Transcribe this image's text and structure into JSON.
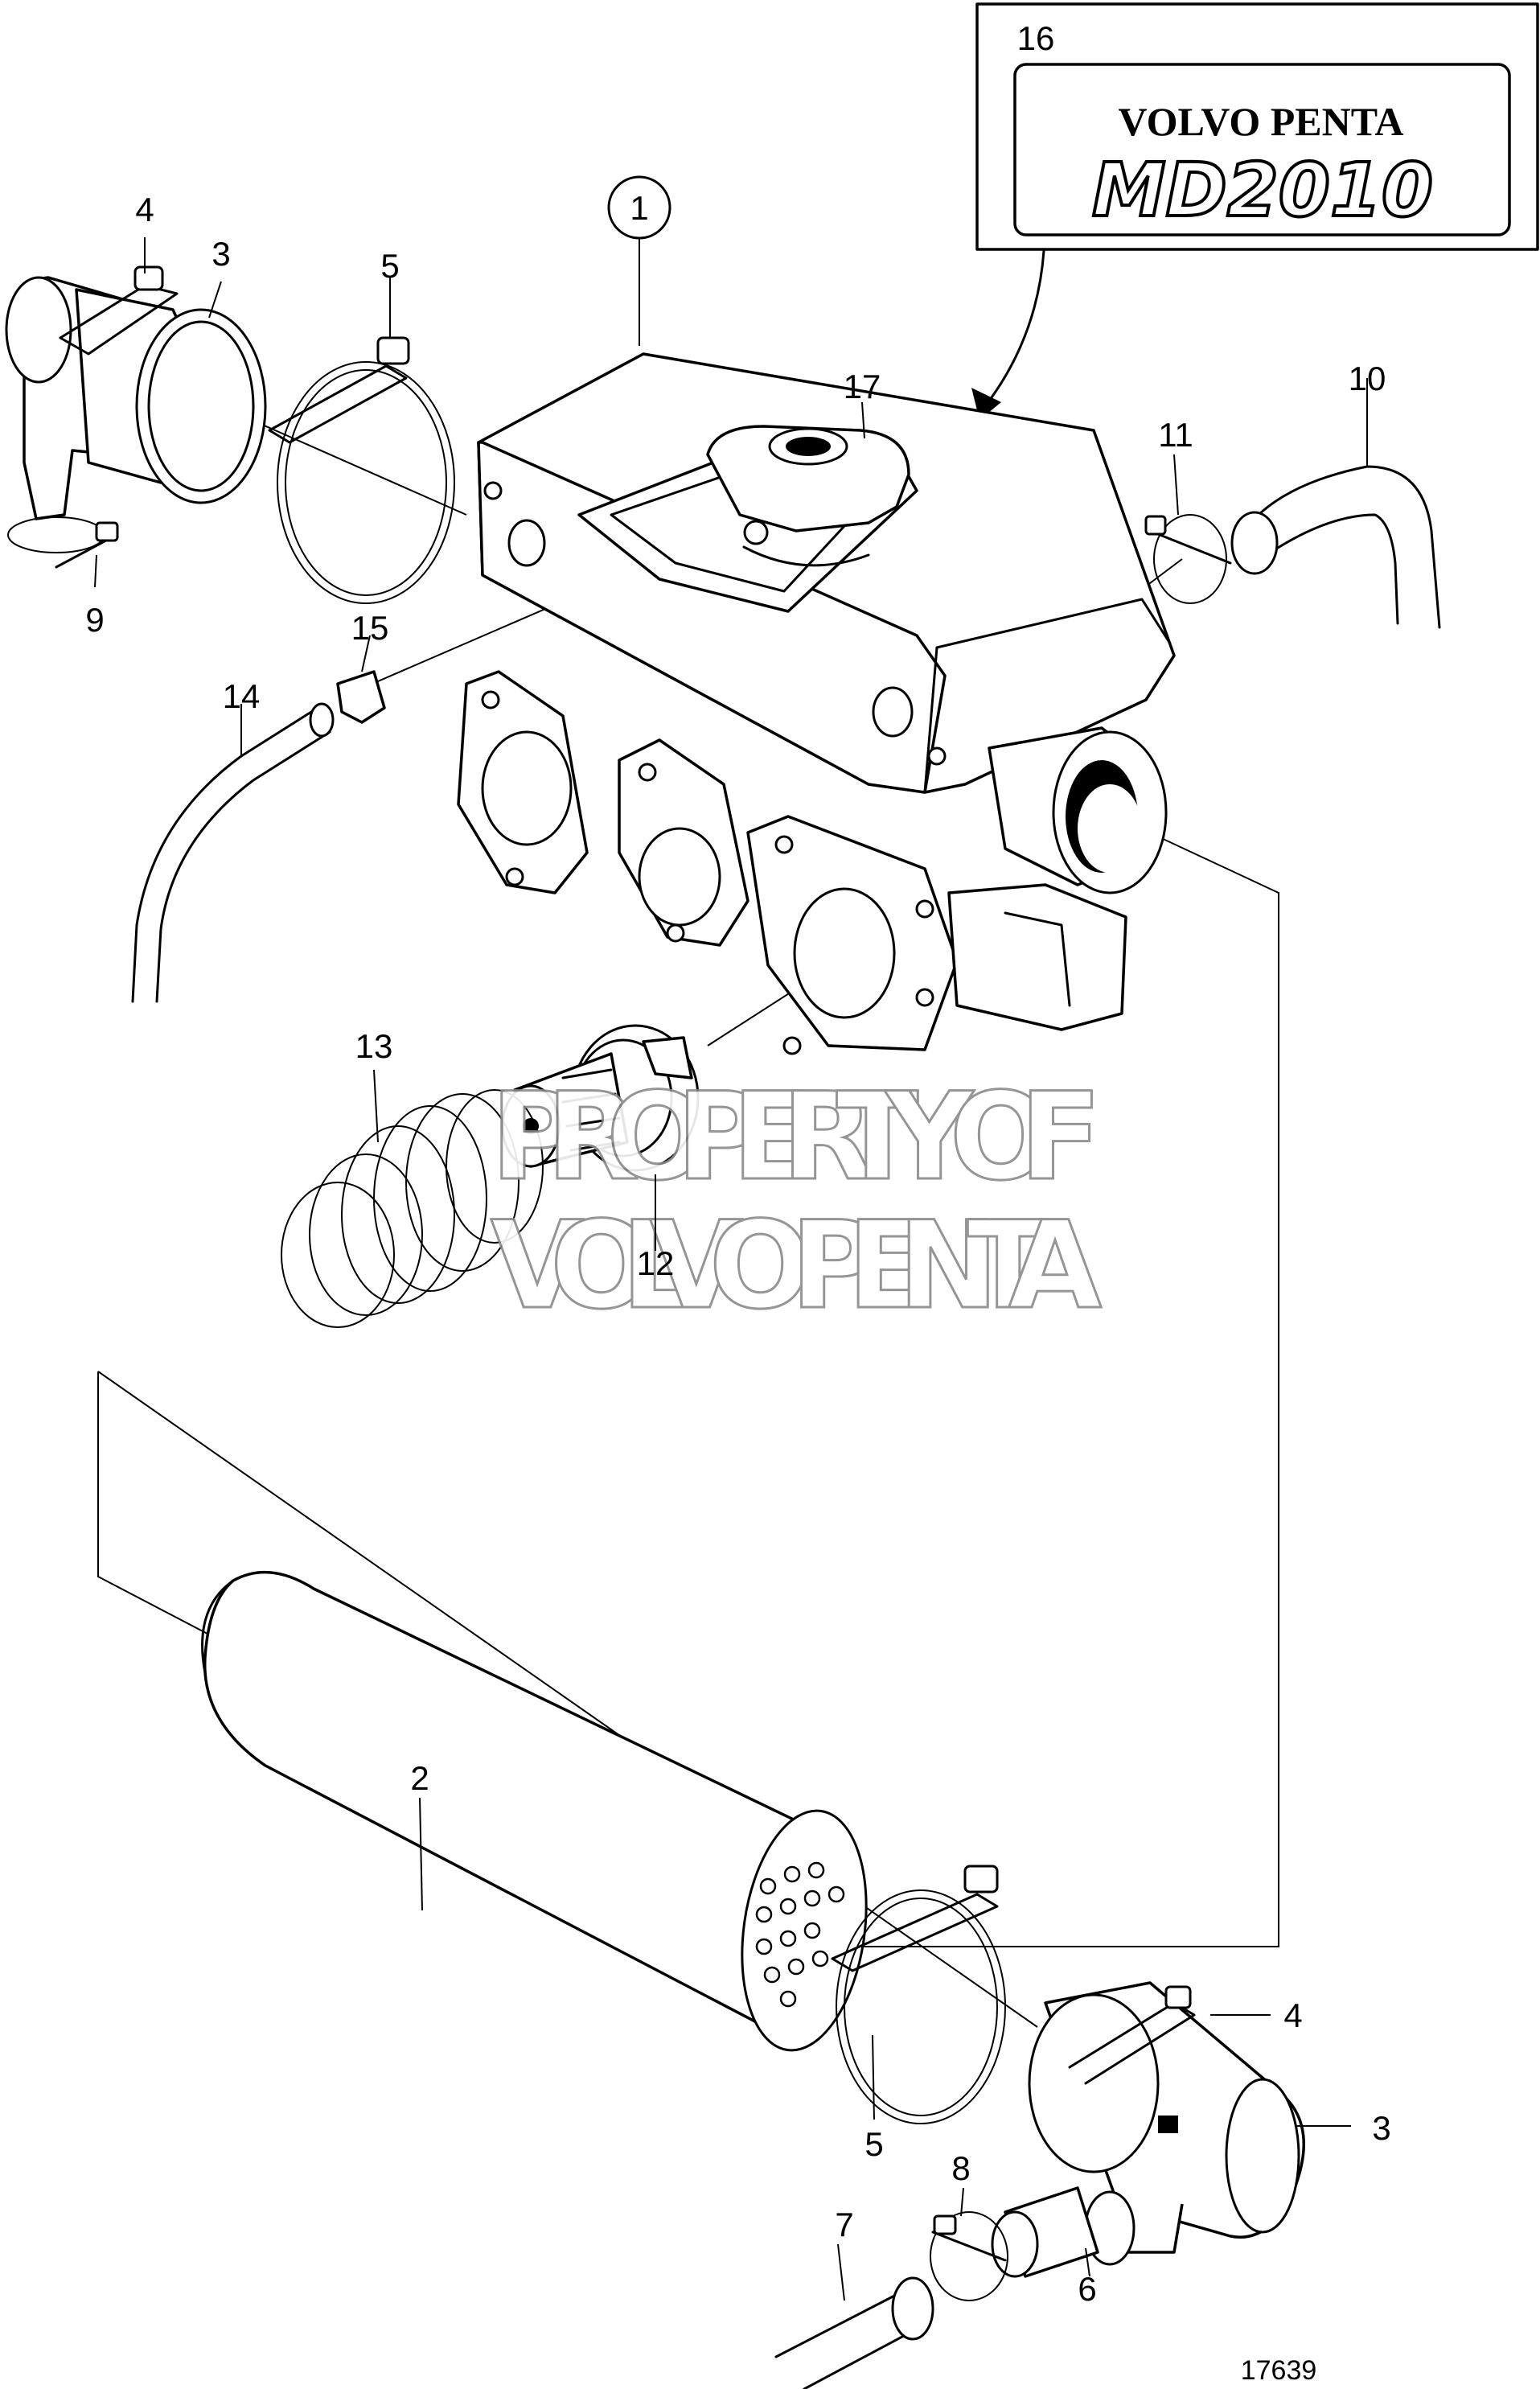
{
  "diagram": {
    "callouts": [
      {
        "id": "c1",
        "text": "1"
      },
      {
        "id": "c2",
        "text": "2"
      },
      {
        "id": "c3a",
        "text": "3"
      },
      {
        "id": "c3b",
        "text": "3"
      },
      {
        "id": "c4a",
        "text": "4"
      },
      {
        "id": "c4b",
        "text": "4"
      },
      {
        "id": "c5a",
        "text": "5"
      },
      {
        "id": "c5b",
        "text": "5"
      },
      {
        "id": "c6",
        "text": "6"
      },
      {
        "id": "c7",
        "text": "7"
      },
      {
        "id": "c8",
        "text": "8"
      },
      {
        "id": "c9",
        "text": "9"
      },
      {
        "id": "c10",
        "text": "10"
      },
      {
        "id": "c11",
        "text": "11"
      },
      {
        "id": "c12",
        "text": "12"
      },
      {
        "id": "c13",
        "text": "13"
      },
      {
        "id": "c14",
        "text": "14"
      },
      {
        "id": "c15",
        "text": "15"
      },
      {
        "id": "c16",
        "text": "16"
      },
      {
        "id": "c17",
        "text": "17"
      }
    ],
    "decal": {
      "brand": "VOLVO PENTA",
      "model": "MD2010"
    },
    "watermark": [
      "PROPERTY OF",
      "VOLVO PENTA"
    ],
    "figure_number": "17639"
  }
}
